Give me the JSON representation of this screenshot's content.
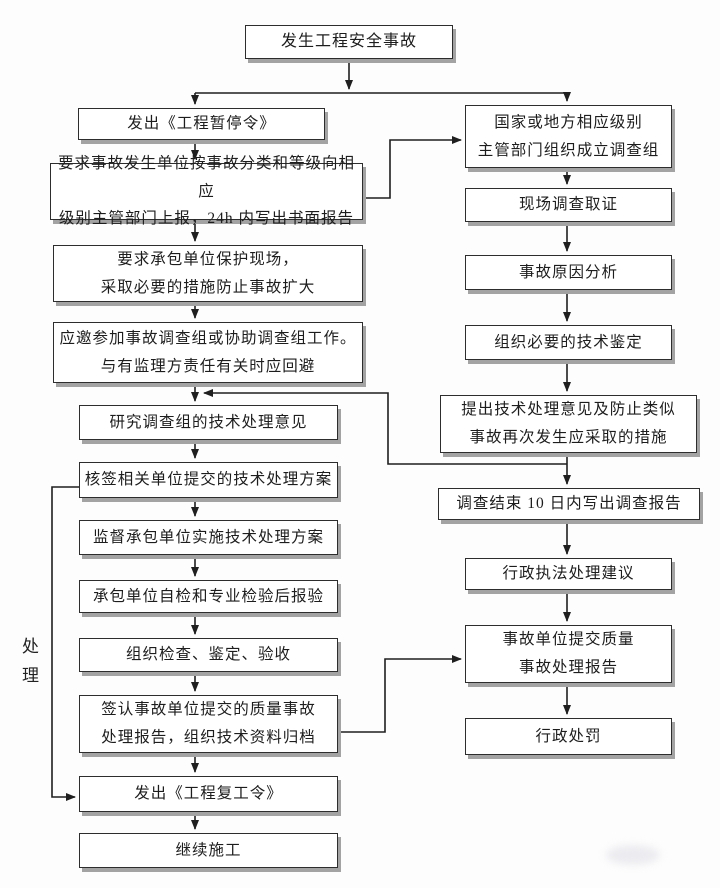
{
  "theme": {
    "background": "#fdfdfd",
    "box_fill": "#ffffff",
    "box_border": "#2d2d2d",
    "box_shadow": "#a3a3a3",
    "line_color": "#1f1f1f",
    "text_color": "#1d1d1d"
  },
  "flow": {
    "start": "发生工程安全事故",
    "side_label": "处理",
    "left_column": [
      {
        "text": "发出《工程暂停令》"
      },
      {
        "text": "要求事故发生单位按事故分类和等级向相应\n级别主管部门上报，24h 内写出书面报告"
      },
      {
        "text": "要求承包单位保护现场，\n采取必要的措施防止事故扩大"
      },
      {
        "text": "应邀参加事故调查组或协助调查组工作。\n与有监理方责任有关时应回避"
      },
      {
        "text": "研究调查组的技术处理意见"
      },
      {
        "text": "核签相关单位提交的技术处理方案"
      },
      {
        "text": "监督承包单位实施技术处理方案"
      },
      {
        "text": "承包单位自检和专业检验后报验"
      },
      {
        "text": "组织检查、鉴定、验收"
      },
      {
        "text": "签认事故单位提交的质量事故\n处理报告，组织技术资料归档"
      },
      {
        "text": "发出《工程复工令》"
      },
      {
        "text": "继续施工"
      }
    ],
    "right_column": [
      {
        "text": "国家或地方相应级别\n主管部门组织成立调查组"
      },
      {
        "text": "现场调查取证"
      },
      {
        "text": "事故原因分析"
      },
      {
        "text": "组织必要的技术鉴定"
      },
      {
        "text": "提出技术处理意见及防止类似\n事故再次发生应采取的措施"
      },
      {
        "text": "调查结束 10 日内写出调查报告"
      },
      {
        "text": "行政执法处理建议"
      },
      {
        "text": "事故单位提交质量\n事故处理报告"
      },
      {
        "text": "行政处罚"
      }
    ]
  }
}
